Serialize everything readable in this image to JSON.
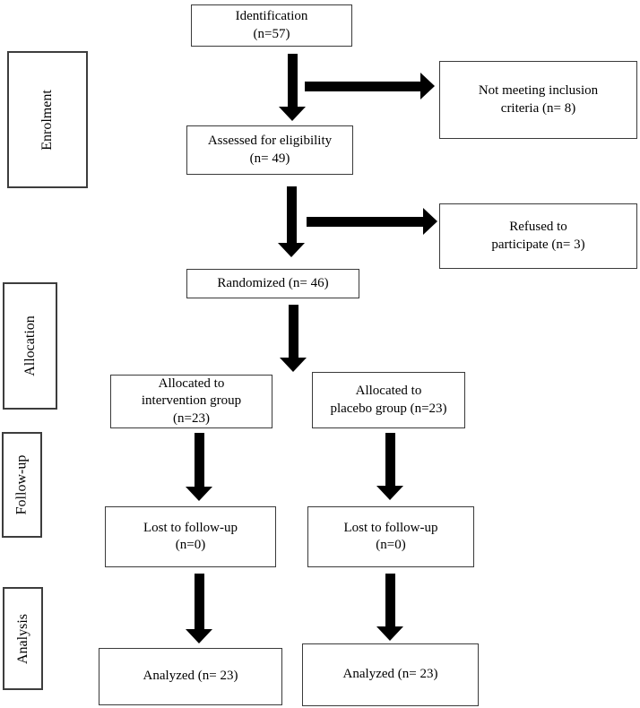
{
  "diagram": {
    "type": "consort-flow-diagram",
    "colors": {
      "background": "#ffffff",
      "box_border": "#3a3a3a",
      "arrow": "#000000",
      "text": "#000000"
    },
    "stages": {
      "enrolment": "Enrolment",
      "allocation": "Allocation",
      "followup": "Follow-up",
      "analysis": "Analysis"
    },
    "nodes": {
      "identification": {
        "line1": "Identification",
        "line2": "(n=57)"
      },
      "not_meeting": {
        "line1": "Not meeting inclusion",
        "line2": "criteria (n= 8)"
      },
      "assessed": {
        "line1": "Assessed for eligibility",
        "line2": "(n= 49)"
      },
      "refused": {
        "line1": "Refused to",
        "line2": "participate (n= 3)"
      },
      "randomized": {
        "line1": "Randomized (n= 46)"
      },
      "alloc_intervention": {
        "line1": "Allocated to",
        "line2": "intervention group",
        "line3": "(n=23)"
      },
      "alloc_placebo": {
        "line1": "Allocated to",
        "line2": "placebo group (n=23)"
      },
      "lost_left": {
        "line1": "Lost to follow-up",
        "line2": "(n=0)"
      },
      "lost_right": {
        "line1": "Lost to follow-up",
        "line2": "(n=0)"
      },
      "analyzed_left": {
        "line1": "Analyzed (n= 23)"
      },
      "analyzed_right": {
        "line1": "Analyzed (n= 23)"
      }
    }
  }
}
